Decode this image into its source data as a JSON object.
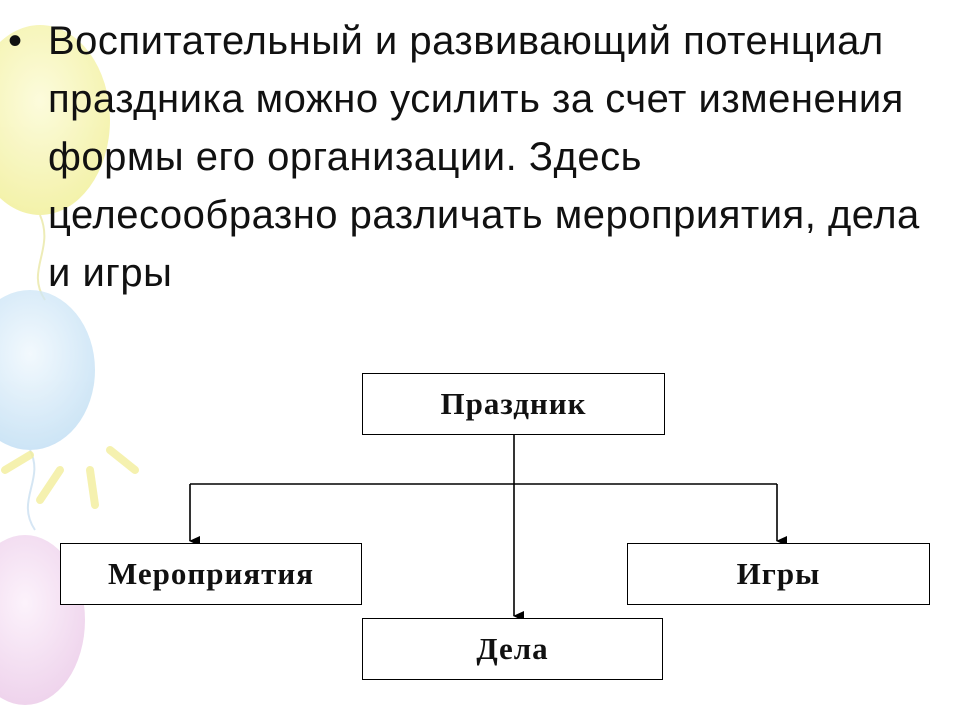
{
  "bullet": {
    "marker": "•",
    "text": "Воспитательный и развивающий потенциал праздника можно усилить за счет изменения формы его организации. Здесь целесообразно различать мероприятия, дела и игры"
  },
  "diagram": {
    "root": "Праздник",
    "children": {
      "left": "Мероприятия",
      "middle": "Дела",
      "right": "Игры"
    }
  },
  "colors": {
    "text": "#111111",
    "lines": "#000000",
    "balloon_yellow": "#f4f29a",
    "balloon_blue": "#cfe6f7",
    "balloon_pink": "#f1d5ef"
  }
}
